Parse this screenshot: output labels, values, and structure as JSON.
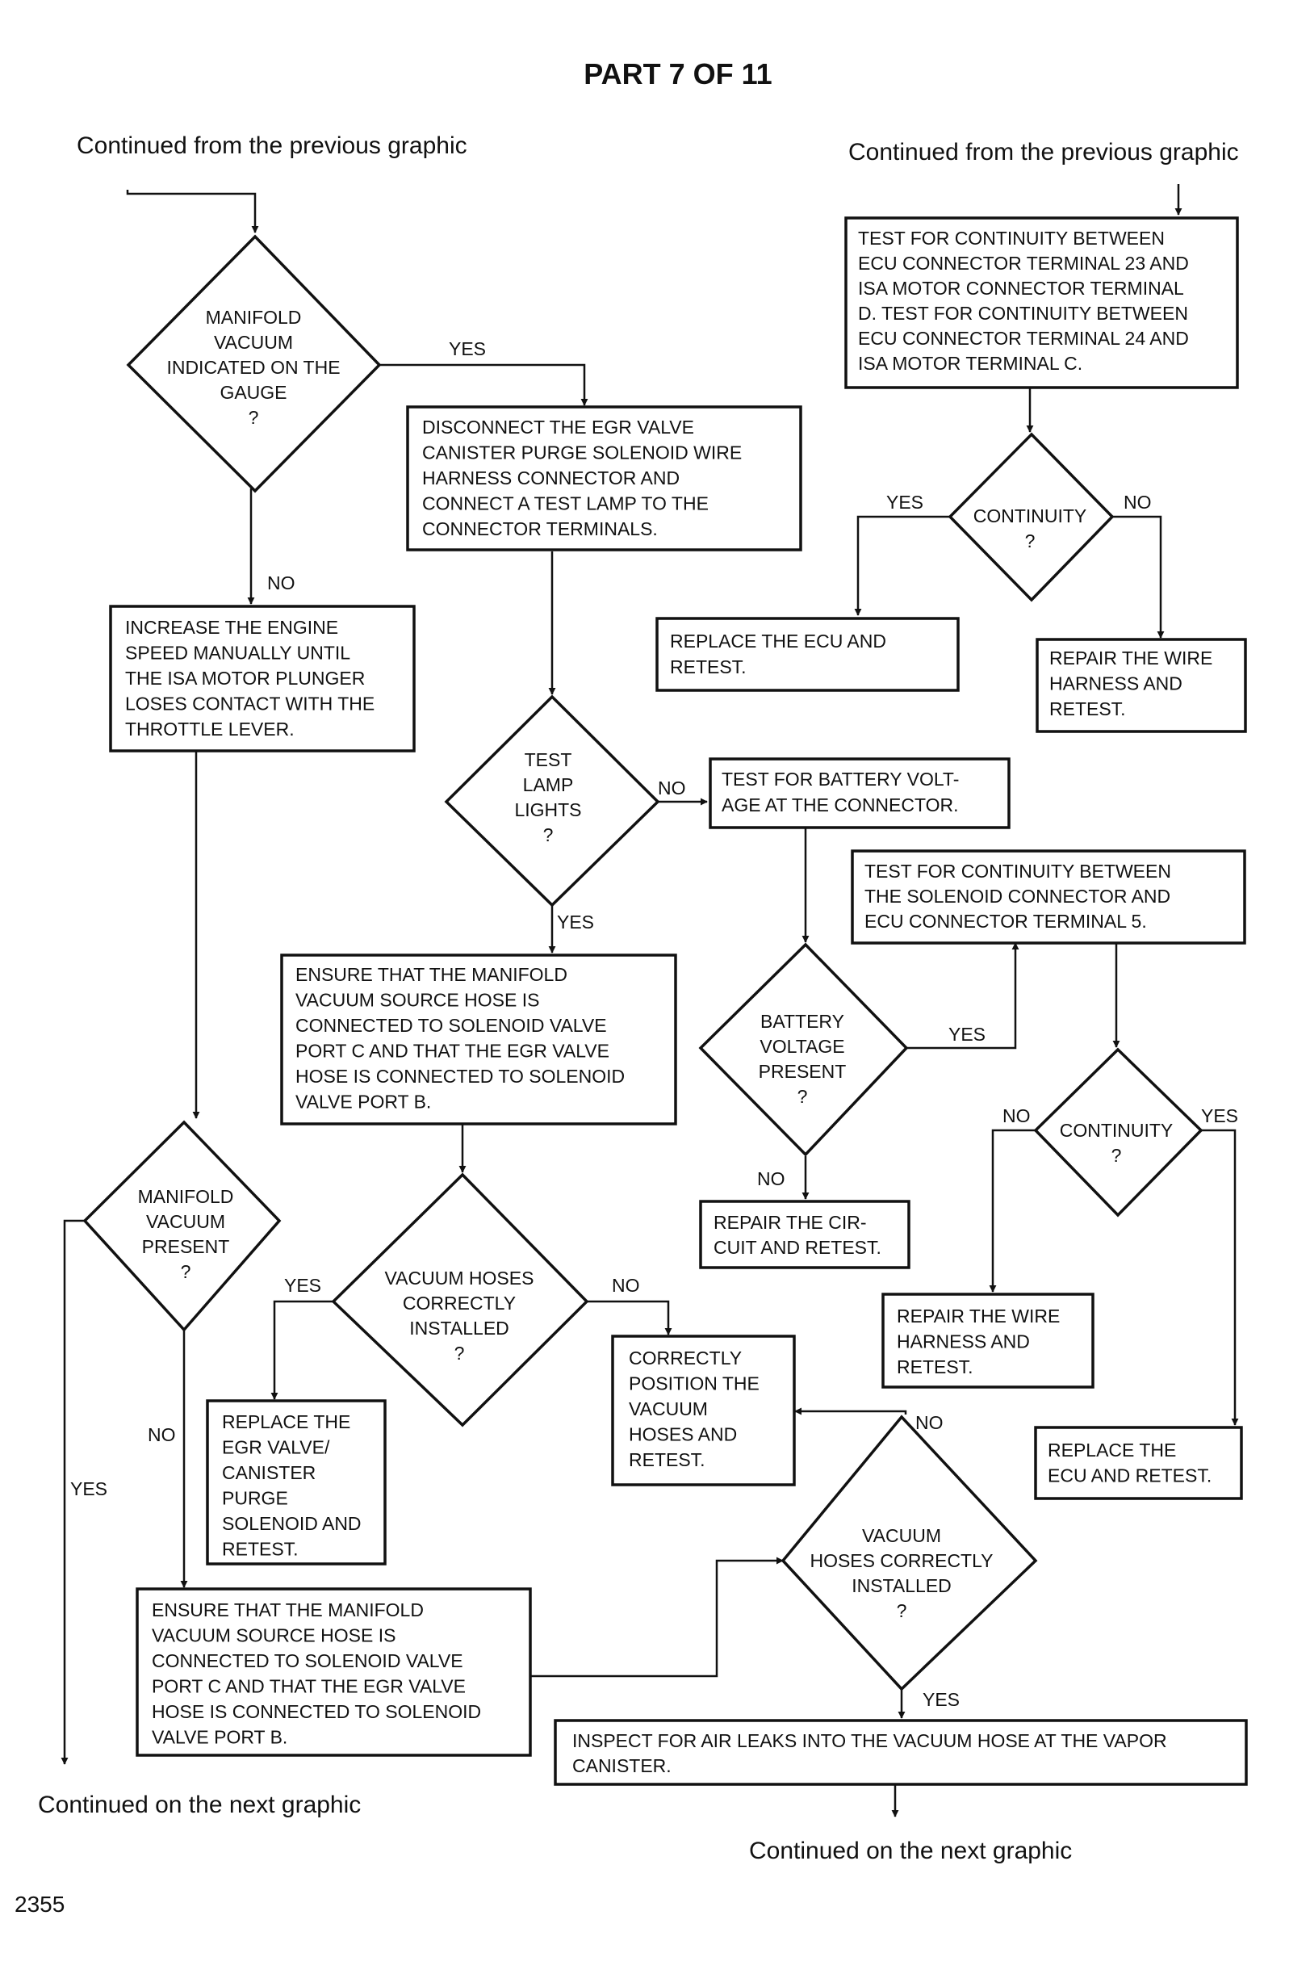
{
  "title": "PART 7 OF 11",
  "page_number": "2355",
  "notes": {
    "cont_prev_left": "Continued from the previous graphic",
    "cont_prev_right": "Continued from the previous graphic",
    "cont_next_left": "Continued on the next graphic",
    "cont_next_bottom": "Continued on the next graphic"
  },
  "nodes": {
    "d_manifold_gauge": [
      "MANIFOLD",
      "VACUUM",
      "INDICATED ON THE",
      "GAUGE",
      "?"
    ],
    "b_disconnect_egr": [
      "DISCONNECT THE EGR VALVE",
      "CANISTER PURGE SOLENOID WIRE",
      "HARNESS CONNECTOR AND",
      "CONNECT A TEST LAMP TO THE",
      "CONNECTOR TERMINALS."
    ],
    "b_increase_speed": [
      "INCREASE THE ENGINE",
      "SPEED MANUALLY UNTIL",
      "THE ISA MOTOR PLUNGER",
      "LOSES CONTACT WITH THE",
      "THROTTLE LEVER."
    ],
    "b_test_ecu_isa": [
      "TEST FOR CONTINUITY BETWEEN",
      "ECU CONNECTOR TERMINAL 23 AND",
      "ISA MOTOR CONNECTOR TERMINAL",
      "D. TEST FOR CONTINUITY BETWEEN",
      "ECU CONNECTOR TERMINAL 24 AND",
      "ISA MOTOR TERMINAL C."
    ],
    "d_continuity_top": [
      "CONTINUITY",
      "?"
    ],
    "b_replace_ecu_top": [
      "REPLACE THE ECU AND",
      "RETEST."
    ],
    "b_repair_harness_top": [
      "REPAIR THE WIRE",
      "HARNESS AND",
      "RETEST."
    ],
    "d_test_lamp": [
      "TEST",
      "LAMP",
      "LIGHTS",
      "?"
    ],
    "b_battery_voltage_test": [
      "TEST FOR BATTERY VOLT-",
      "AGE AT THE CONNECTOR."
    ],
    "b_test_solenoid_ecu": [
      "TEST FOR CONTINUITY BETWEEN",
      "THE SOLENOID CONNECTOR AND",
      "ECU CONNECTOR TERMINAL 5."
    ],
    "b_ensure_hoses_mid": [
      "ENSURE THAT THE MANIFOLD",
      "VACUUM SOURCE HOSE IS",
      "CONNECTED TO SOLENOID VALVE",
      "PORT C AND THAT THE EGR VALVE",
      "HOSE IS CONNECTED TO SOLENOID",
      "VALVE PORT B."
    ],
    "d_battery_present": [
      "BATTERY",
      "VOLTAGE",
      "PRESENT",
      "?"
    ],
    "d_continuity_mid": [
      "CONTINUITY",
      "?"
    ],
    "d_manifold_present": [
      "MANIFOLD",
      "VACUUM",
      "PRESENT",
      "?"
    ],
    "b_repair_circuit": [
      "REPAIR THE CIR-",
      "CUIT AND RETEST."
    ],
    "d_vacuum_hoses_mid": [
      "VACUUM HOSES",
      "CORRECTLY",
      "INSTALLED",
      "?"
    ],
    "b_repair_harness_mid": [
      "REPAIR THE WIRE",
      "HARNESS AND",
      "RETEST."
    ],
    "b_correctly_position": [
      "CORRECTLY",
      "POSITION THE",
      "VACUUM",
      "HOSES AND",
      "RETEST."
    ],
    "b_replace_egr": [
      "REPLACE THE",
      "EGR VALVE/",
      "CANISTER",
      "PURGE",
      "SOLENOID AND",
      "RETEST."
    ],
    "b_replace_ecu_bottom": [
      "REPLACE THE",
      "ECU AND RETEST."
    ],
    "d_vacuum_hoses_bottom": [
      "VACUUM",
      "HOSES CORRECTLY",
      "INSTALLED",
      "?"
    ],
    "b_ensure_hoses_bottom": [
      "ENSURE THAT THE MANIFOLD",
      "VACUUM SOURCE HOSE IS",
      "CONNECTED TO SOLENOID VALVE",
      "PORT C AND THAT THE EGR VALVE",
      "HOSE IS CONNECTED TO SOLENOID",
      "VALVE PORT B."
    ],
    "b_inspect_leaks": [
      "INSPECT FOR AIR LEAKS INTO THE VACUUM HOSE AT THE VAPOR",
      "CANISTER."
    ]
  },
  "edge_labels": {
    "yes_manifold_gauge": "YES",
    "no_manifold_gauge": "NO",
    "yes_continuity_top": "YES",
    "no_continuity_top": "NO",
    "no_test_lamp": "NO",
    "yes_test_lamp": "YES",
    "yes_battery_present": "YES",
    "no_battery_present": "NO",
    "no_continuity_mid": "NO",
    "yes_continuity_mid": "YES",
    "yes_vacuum_hoses_mid": "YES",
    "no_vacuum_hoses_mid": "NO",
    "no_manifold_present": "NO",
    "yes_manifold_present": "YES",
    "no_vacuum_hoses_bottom": "NO",
    "yes_vacuum_hoses_bottom": "YES"
  }
}
